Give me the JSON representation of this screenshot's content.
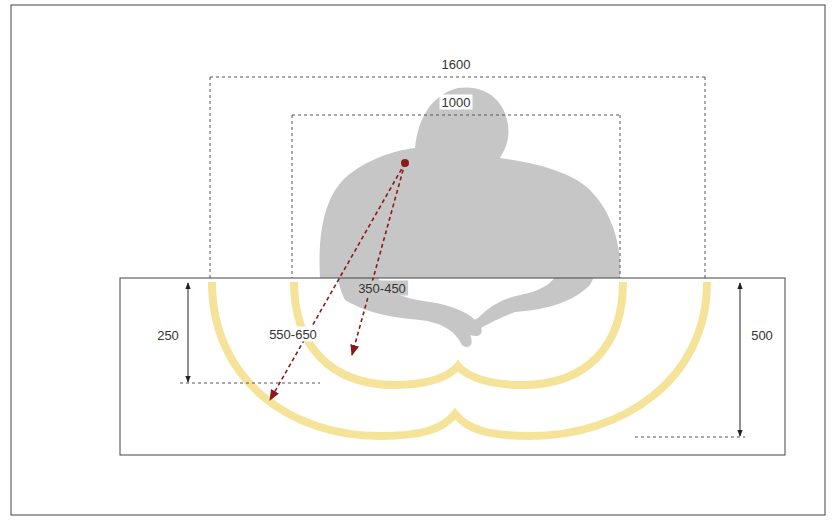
{
  "diagram": {
    "labels": [
      "1600",
      "1000",
      "250",
      "550-650",
      "350-450",
      "500"
    ]
  }
}
